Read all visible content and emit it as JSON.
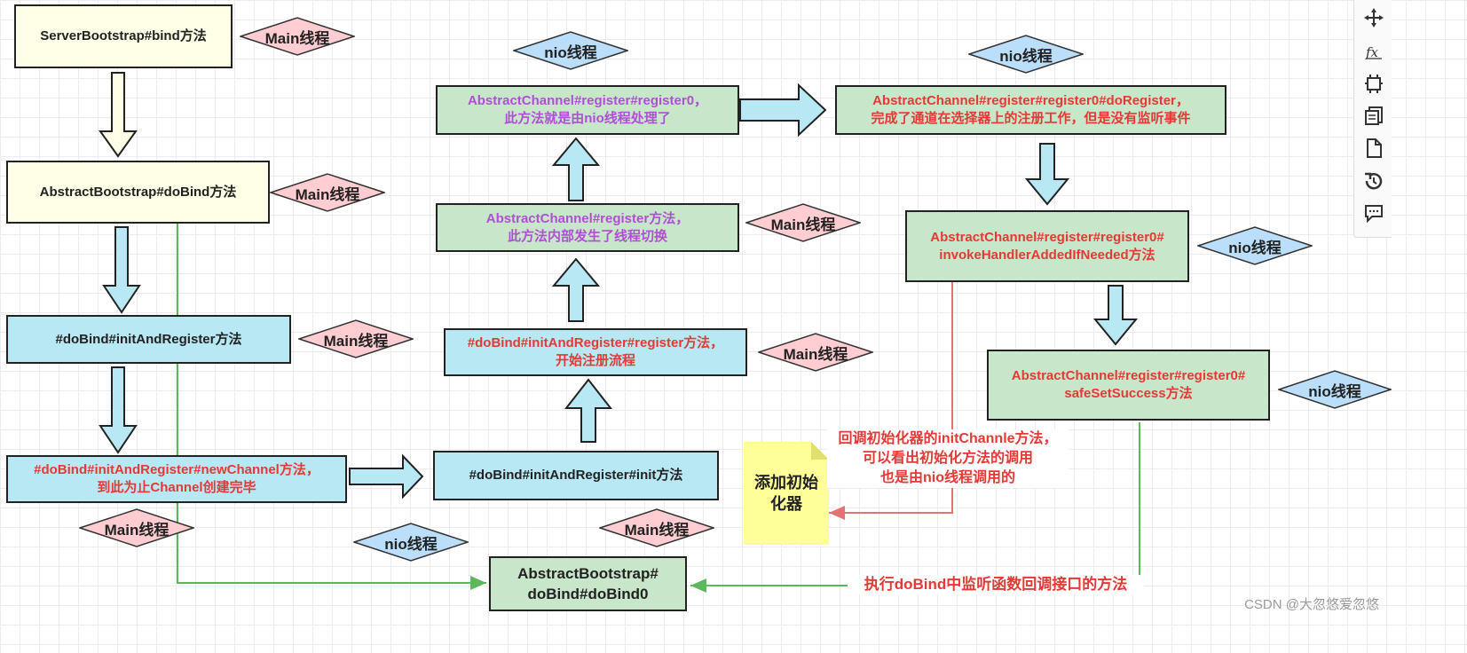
{
  "boxes": {
    "server_bind": "ServerBootstrap#bind方法",
    "do_bind": "AbstractBootstrap#doBind方法",
    "init_and_register": "#doBind#initAndRegister方法",
    "new_channel_1": "#doBind#initAndRegister#newChannel方法，",
    "new_channel_2": "到此为止Channel创建完毕",
    "init_method": "#doBind#initAndRegister#init方法",
    "register_flow_1": "#doBind#initAndRegister#register方法，",
    "register_flow_2": "开始注册流程",
    "channel_register_1": "AbstractChannel#register方法，",
    "channel_register_2": "此方法内部发生了线程切换",
    "register0_1": "AbstractChannel#register#register0，",
    "register0_2": "此方法就是由nio线程处理了",
    "do_register_1": "AbstractChannel#register#register0#doRegister，",
    "do_register_2": "完成了通道在选择器上的注册工作，但是没有监听事件",
    "invoke_handler_1": "AbstractChannel#register#register0#",
    "invoke_handler_2": "invokeHandlerAddedIfNeeded方法",
    "safe_set_1": "AbstractChannel#register#register0#",
    "safe_set_2": "safeSetSuccess方法",
    "do_bind0_1": "AbstractBootstrap#",
    "do_bind0_2": "doBind#doBind0"
  },
  "threads": {
    "main": "Main线程",
    "nio": "nio线程"
  },
  "notes": {
    "sticky": "添加初始化器",
    "callback_1": "回调初始化器的initChannle方法，",
    "callback_2": "可以看出初始化方法的调用",
    "callback_3": "也是由nio线程调用的",
    "listener": "执行doBind中监听函数回调接口的方法"
  },
  "watermark": "CSDN @大忽悠爱忽悠",
  "toolbar": {
    "icons": [
      "move-icon",
      "function-icon",
      "crop-icon",
      "pages-icon",
      "document-icon",
      "history-icon",
      "comment-icon"
    ]
  },
  "colors": {
    "main_thread": "#ffcdd2",
    "nio_thread": "#bbdefb",
    "green_line": "#5cb85c",
    "red_line": "#e57373",
    "red_text": "#e53935",
    "purple_text": "#b04fd6",
    "sticky": "#ffff99"
  }
}
